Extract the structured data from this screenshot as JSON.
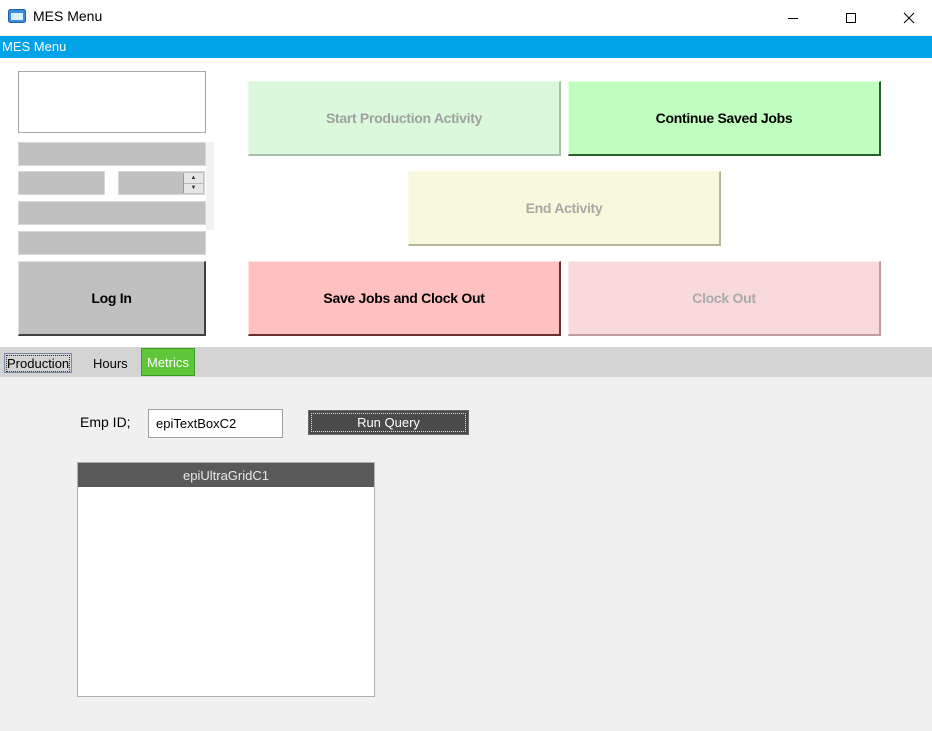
{
  "window": {
    "title": "MES Menu",
    "controls": [
      "minimize",
      "maximize",
      "close"
    ]
  },
  "banner": {
    "text": "MES Menu"
  },
  "buttons": {
    "login": "Log In",
    "start_production": "Start Production Activity",
    "continue_saved_jobs": "Continue Saved Jobs",
    "end_activity": "End Activity",
    "save_jobs_clock_out": "Save Jobs and Clock Out",
    "clock_out": "Clock Out"
  },
  "tabs": [
    {
      "label": "Production"
    },
    {
      "label": "Hours"
    },
    {
      "label": "Metrics",
      "active": true
    }
  ],
  "metrics": {
    "emp_id_label": "Emp ID;",
    "emp_id_value": "epiTextBoxC2",
    "run_query_label": "Run Query",
    "grid_title": "epiUltraGridC1"
  },
  "colors": {
    "banner": "#00a2e8",
    "metrics_tab": "#5fc63a",
    "continue_btn": "#c0ffc0",
    "save_clock_btn": "#ffc0c0"
  },
  "icons": {
    "app": "app-window-icon",
    "minimize": "minimize-icon",
    "maximize": "maximize-icon",
    "close": "close-icon"
  }
}
